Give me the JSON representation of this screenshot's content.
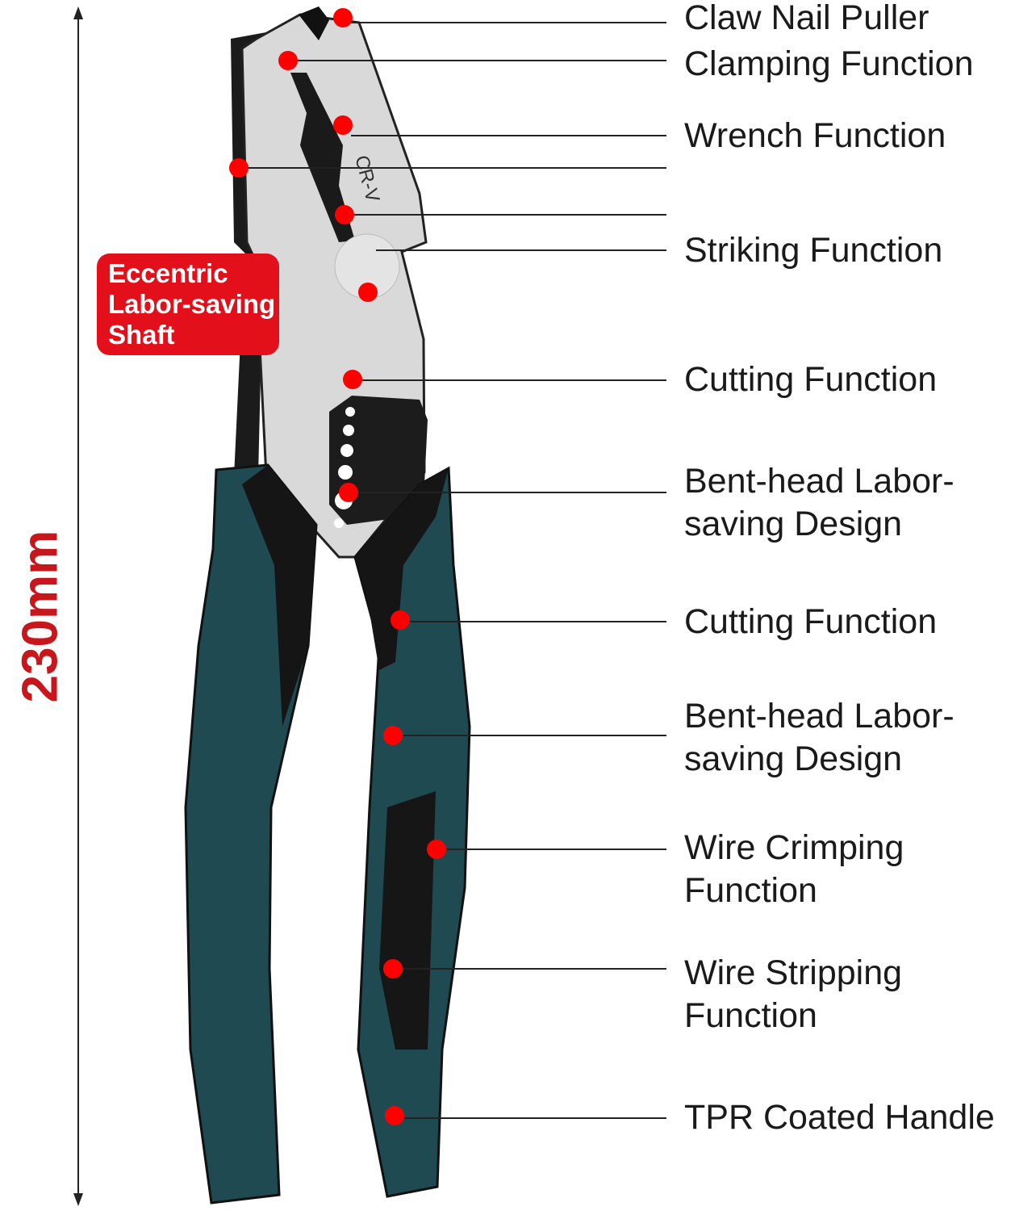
{
  "dimension": {
    "length_label": "230mm"
  },
  "badge": {
    "line1": "Eccentric",
    "line2": "Labor-saving",
    "line3": "Shaft"
  },
  "tool_marking": "CR-V",
  "callouts": [
    {
      "line1": "Claw Nail Puller"
    },
    {
      "line1": "Clamping Function"
    },
    {
      "line1": "Wrench Function"
    },
    {
      "line1": "Striking Function"
    },
    {
      "line1": "Cutting Function"
    },
    {
      "line1": "Bent-head Labor-",
      "line2": "saving Design"
    },
    {
      "line1": "Cutting Function"
    },
    {
      "line1": "Bent-head Labor-",
      "line2": "saving Design"
    },
    {
      "line1": "Wire Crimping",
      "line2": "Function"
    },
    {
      "line1": "Wire Stripping",
      "line2": "Function"
    },
    {
      "line1": "TPR Coated Handle"
    }
  ],
  "colors": {
    "dot": "#ff0000",
    "handle": "#1f4a52",
    "badge": "#e3101b",
    "dimension": "#c8161d"
  }
}
